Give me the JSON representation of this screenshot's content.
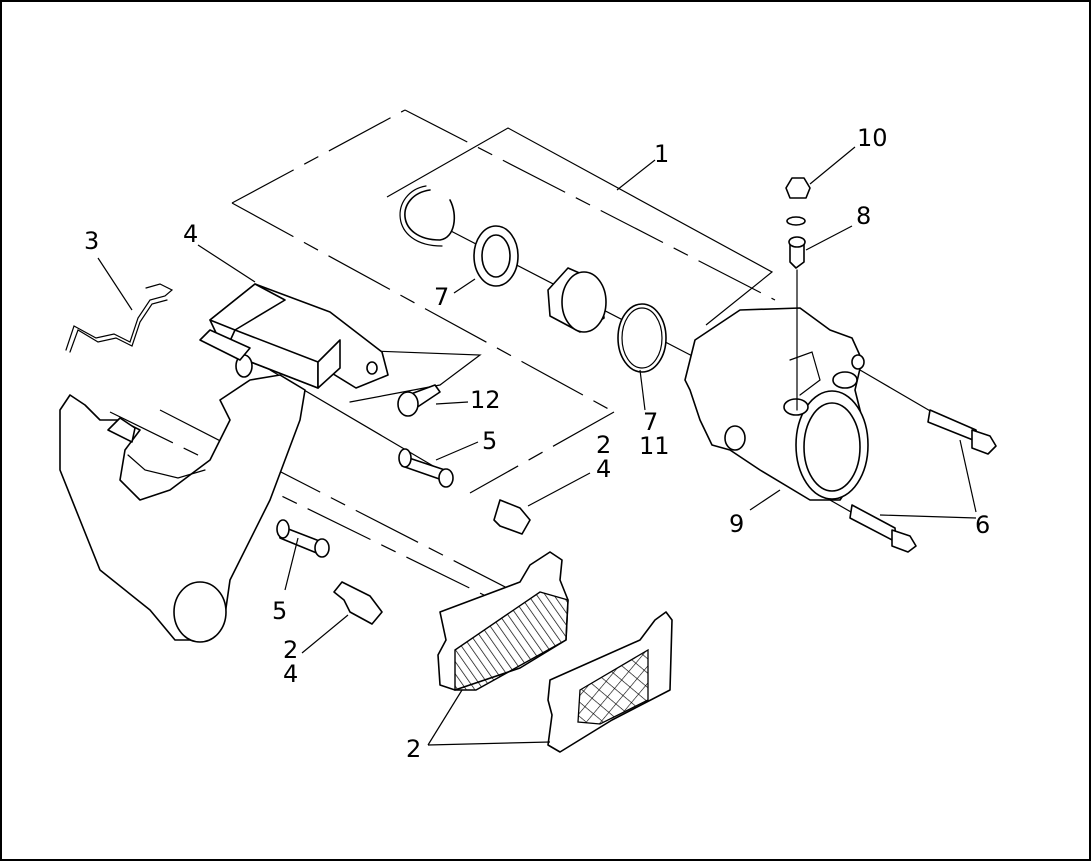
{
  "callouts": {
    "c1": "1",
    "c2_pad": "2",
    "c2_clip_right": "2",
    "c2_clip_left": "2",
    "c3": "3",
    "c4_bracket": "4",
    "c4_clip_right": "4",
    "c4_clip_left": "4",
    "c5_upper": "5",
    "c5_lower": "5",
    "c6": "6",
    "c7_seal": "7",
    "c7_oring": "7",
    "c8": "8",
    "c9": "9",
    "c10": "10",
    "c11": "11",
    "c12": "12"
  }
}
